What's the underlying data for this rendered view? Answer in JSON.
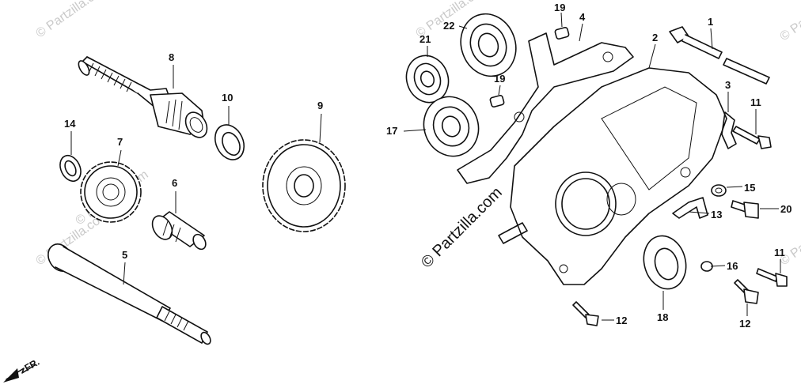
{
  "watermark": {
    "text": "© Partzilla.com",
    "tile_text": "© Partzilla.com"
  },
  "direction": {
    "label": "FR."
  },
  "callouts": [
    {
      "id": "c1",
      "text": "1"
    },
    {
      "id": "c2",
      "text": "2"
    },
    {
      "id": "c3",
      "text": "3"
    },
    {
      "id": "c4",
      "text": "4"
    },
    {
      "id": "c5",
      "text": "5"
    },
    {
      "id": "c6",
      "text": "6"
    },
    {
      "id": "c7",
      "text": "7"
    },
    {
      "id": "c8",
      "text": "8"
    },
    {
      "id": "c9",
      "text": "9"
    },
    {
      "id": "c10",
      "text": "10"
    },
    {
      "id": "c11a",
      "text": "11"
    },
    {
      "id": "c11b",
      "text": "11"
    },
    {
      "id": "c12a",
      "text": "12"
    },
    {
      "id": "c12b",
      "text": "12"
    },
    {
      "id": "c13",
      "text": "13"
    },
    {
      "id": "c14",
      "text": "14"
    },
    {
      "id": "c15",
      "text": "15"
    },
    {
      "id": "c16",
      "text": "16"
    },
    {
      "id": "c17",
      "text": "17"
    },
    {
      "id": "c18",
      "text": "18"
    },
    {
      "id": "c19a",
      "text": "19"
    },
    {
      "id": "c19b",
      "text": "19"
    },
    {
      "id": "c20",
      "text": "20"
    },
    {
      "id": "c21",
      "text": "21"
    },
    {
      "id": "c22",
      "text": "22"
    }
  ]
}
